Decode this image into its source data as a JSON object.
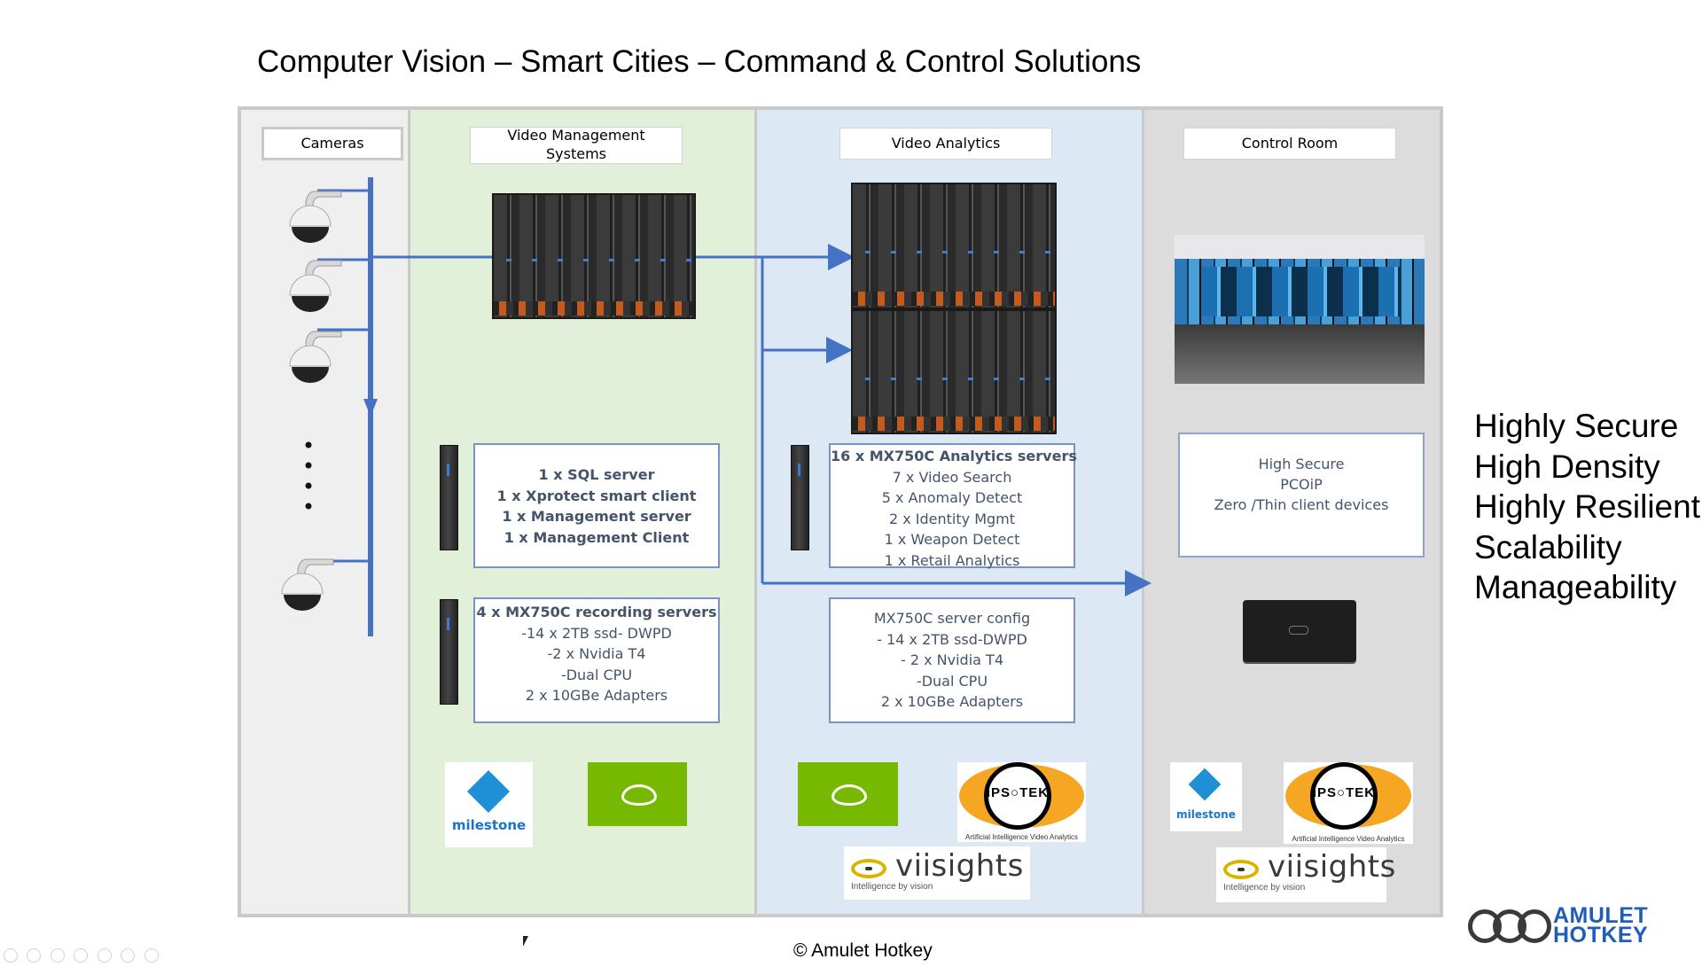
{
  "title": "Computer Vision – Smart Cities – Command & Control Solutions",
  "columns": {
    "cameras": {
      "header": "Cameras"
    },
    "vms": {
      "header_line1": "Video Management",
      "header_line2": "Systems",
      "box1": [
        "1 x SQL server",
        "1 x Xprotect smart client",
        "1 x Management server",
        "1 x Management Client"
      ],
      "box2": [
        "4 x MX750C recording servers",
        "-14 x 2TB ssd- DWPD",
        "-2 x Nvidia T4",
        "-Dual CPU",
        "2 x 10GBe Adapters"
      ]
    },
    "analytics": {
      "header": "Video Analytics",
      "box1": [
        "16 x MX750C Analytics servers",
        "7 x Video Search",
        "5 x Anomaly Detect",
        "2 x Identity Mgmt",
        "1 x Weapon Detect",
        "1 x Retail Analytics"
      ],
      "box2": [
        "MX750C server config",
        "- 14 x 2TB ssd-DWPD",
        "- 2 x Nvidia T4",
        "-Dual CPU",
        "2 x 10GBe Adapters"
      ]
    },
    "control_room": {
      "header": "Control Room",
      "box": [
        "High Secure",
        "PCOiP",
        "Zero /Thin client devices"
      ]
    }
  },
  "logos": {
    "milestone": "milestone",
    "ipsotek": "IPS○TEK",
    "ipsotek_sub": "Artificial Intelligence Video Analytics",
    "viisights": "viisights",
    "viisights_sub": "Intelligence by vision",
    "amulet_line1": "AMULET",
    "amulet_line2": "HOTKEY"
  },
  "benefits": [
    "Highly Secure",
    "High Density",
    "Highly Resilient",
    "Scalability",
    "Manageability"
  ],
  "copyright": "© Amulet Hotkey",
  "colors": {
    "arrow": "#4472c4",
    "vms_bg": "#e2efd9",
    "analytics_bg": "#dde8f5",
    "control_bg": "#dcdcdc",
    "nvidia_green": "#76b900"
  }
}
